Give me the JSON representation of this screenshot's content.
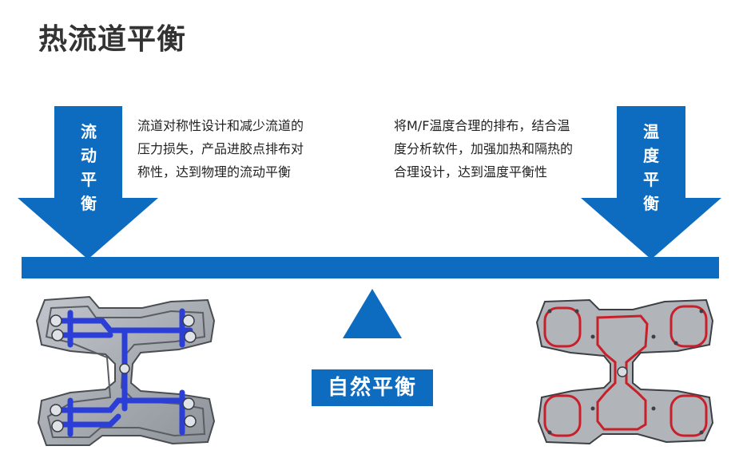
{
  "title": "热流道平衡",
  "left_arrow": {
    "label": [
      "流",
      "动",
      "平",
      "衡"
    ],
    "description": [
      "流道对称性设计和减少流道的",
      "压力损失，产品进胶点排布对",
      "称性，达到物理的流动平衡"
    ]
  },
  "right_arrow": {
    "label": [
      "温",
      "度",
      "平",
      "衡"
    ],
    "description": [
      "将M/F温度合理的排布，结合温",
      "度分析软件，加强加热和隔热的",
      "合理设计，达到温度平衡性"
    ]
  },
  "center_label": "自然平衡",
  "colors": {
    "accent": "#0d6bc0",
    "title": "#333333",
    "text": "#222222",
    "plate_gray": "#a3a7ad",
    "heater_red": "#c8202a",
    "runner_blue": "#2b3fd6"
  },
  "images": {
    "left": "hot-runner-manifold-flow-channels",
    "right": "hot-runner-manifold-heater-layout"
  }
}
